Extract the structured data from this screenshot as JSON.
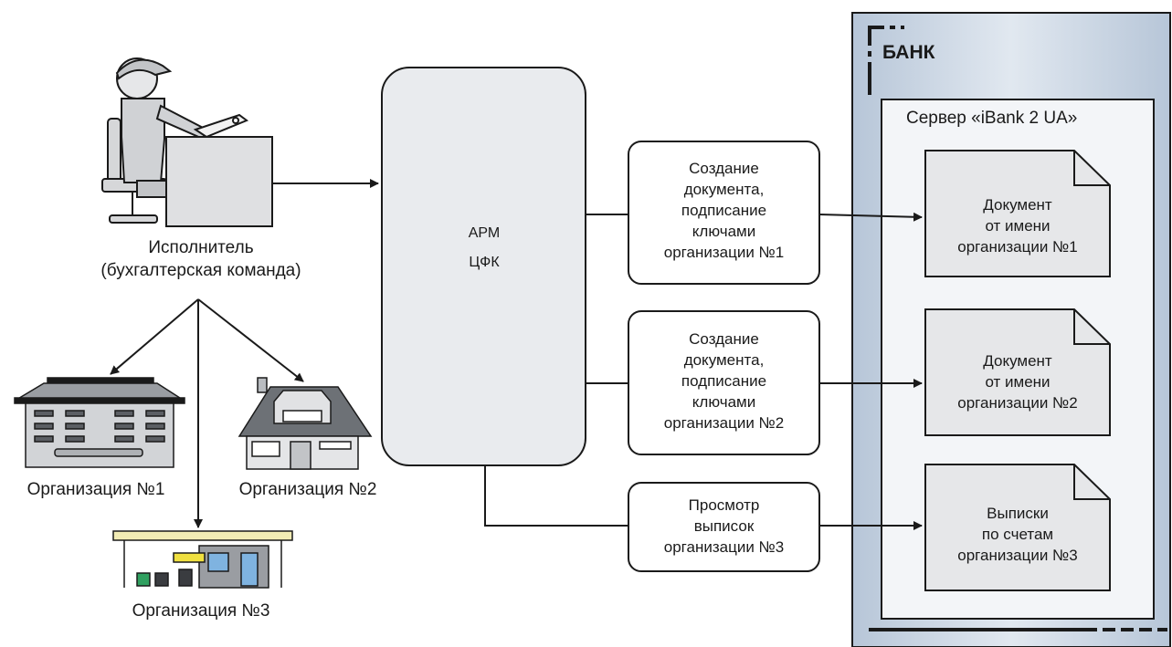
{
  "performer": {
    "label": "Исполнитель\n(бухгалтерская команда)"
  },
  "organizations": [
    {
      "label": "Организация №1"
    },
    {
      "label": "Организация №2"
    },
    {
      "label": "Организация №3"
    }
  ],
  "arm": {
    "line1": "АРМ",
    "line2": "ЦФК"
  },
  "actions": [
    {
      "label": "Создание\nдокумента,\nподписание\nключами\nорганизации №1"
    },
    {
      "label": "Создание\nдокумента,\nподписание\nключами\nорганизации №2"
    },
    {
      "label": "Просмотр\nвыписок\nорганизации №3"
    }
  ],
  "bank": {
    "title": "БАНК",
    "server": "Сервер «iBank 2 UA»",
    "documents": [
      {
        "label": "Документ\nот имени\nорганизации №1"
      },
      {
        "label": "Документ\nот имени\nорганизации №2"
      },
      {
        "label": "Выписки\nпо счетам\nорганизации №3"
      }
    ]
  },
  "colors": {
    "stroke": "#1a1a1a",
    "box_fill": "#eeeeef",
    "arm_fill": "#e9ebee",
    "bank_fill": "#cfd9e6",
    "server_fill": "#f3f5f8",
    "doc_fill": "#e6e7e9"
  },
  "icons": {
    "performer": "person-at-desk-icon",
    "org1": "office-building-icon",
    "org2": "house-icon",
    "org3": "gas-station-icon",
    "document": "folded-document-icon"
  }
}
